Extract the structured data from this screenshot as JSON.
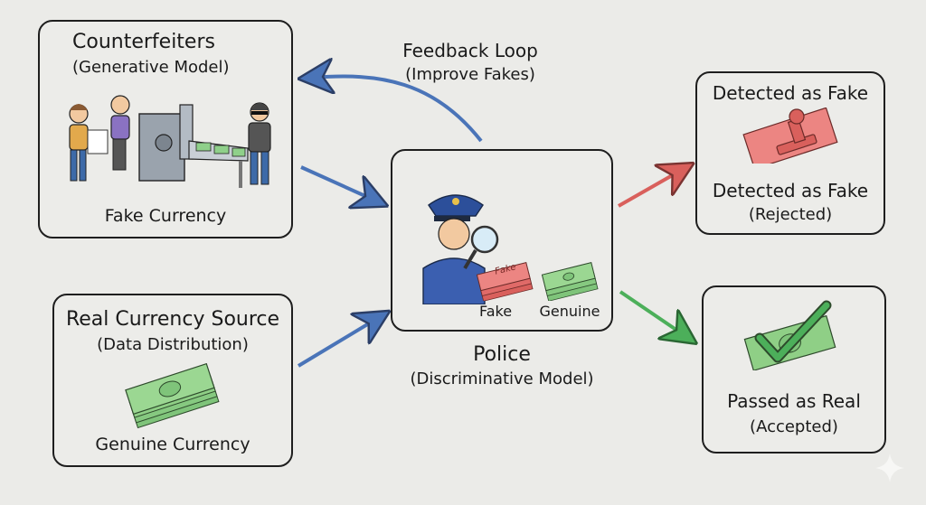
{
  "counterfeiters": {
    "title": "Counterfeiters",
    "subtitle": "(Generative Model)",
    "caption": "Fake Currency"
  },
  "real_source": {
    "title": "Real Currency Source",
    "subtitle": "(Data Distribution)",
    "caption": "Genuine Currency"
  },
  "feedback": {
    "title": "Feedback Loop",
    "subtitle": "(Improve Fakes)"
  },
  "police": {
    "title": "Police",
    "subtitle": "(Discriminative Model)",
    "fake_label": "Fake",
    "genuine_label": "Genuine",
    "fake_stamp_text": "Fake"
  },
  "detected": {
    "title": "Detected as Fake",
    "caption": "Detected as Fake",
    "subcaption": "(Rejected)"
  },
  "passed": {
    "caption": "Passed as Real",
    "subcaption": "(Accepted)"
  },
  "colors": {
    "blue_arrow": "#4a74b8",
    "red_arrow": "#d9605c",
    "green_arrow": "#4caf5a",
    "fake_money": "#e06a68",
    "genuine_money": "#8fcf86"
  }
}
